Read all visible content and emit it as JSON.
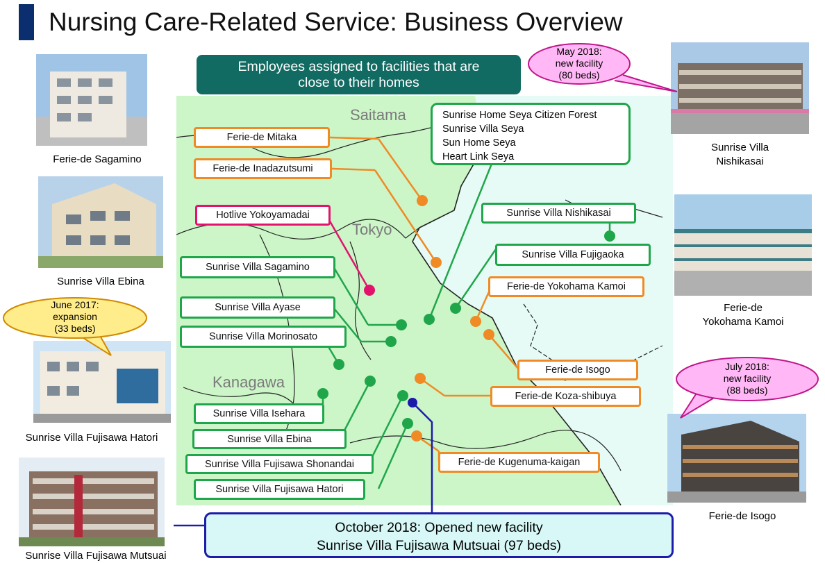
{
  "title": "Nursing Care-Related Service: Business Overview",
  "banner": {
    "line1": "Employees assigned to facilities that are",
    "line2": "close to their homes"
  },
  "regions": {
    "saitama": "Saitama",
    "tokyo": "Tokyo",
    "kanagawa": "Kanagawa"
  },
  "colors": {
    "green": "#1fa64a",
    "orange": "#f08a24",
    "pink": "#e3136d",
    "navy": "#1c1caa",
    "teal": "#116b62",
    "map_land": "#ccf5c8",
    "map_sea": "#e6fbf5"
  },
  "seya_group": [
    "Sunrise Home Seya Citizen Forest",
    "Sunrise Villa Seya",
    "Sun Home Seya",
    "Heart Link Seya"
  ],
  "labels": {
    "ferie_mitaka": "Ferie-de Mitaka",
    "ferie_inadazutsumi": "Ferie-de Inadazutsumi",
    "hotlive_yokoyamadai": "Hotlive Yokoyamadai",
    "villa_sagamino": "Sunrise Villa Sagamino",
    "villa_ayase": "Sunrise Villa Ayase",
    "villa_morinosato": "Sunrise Villa Morinosato",
    "villa_isehara": "Sunrise Villa Isehara",
    "villa_ebina": "Sunrise Villa Ebina",
    "villa_fujisawa_shonandai": "Sunrise Villa Fujisawa Shonandai",
    "villa_fujisawa_hatori": "Sunrise Villa Fujisawa Hatori",
    "villa_nishikasai": "Sunrise Villa Nishikasai",
    "villa_fujigaoka": "Sunrise Villa Fujigaoka",
    "ferie_yokohama_kamoi": "Ferie-de Yokohama Kamoi",
    "ferie_isogo": "Ferie-de Isogo",
    "ferie_koza_shibuya": "Ferie-de Koza-shibuya",
    "ferie_kugenuma_kaigan": "Ferie-de Kugenuma-kaigan"
  },
  "captions": {
    "sagamino": "Ferie-de Sagamino",
    "ebina": "Sunrise Villa Ebina",
    "hatori": "Sunrise Villa Fujisawa Hatori",
    "mutsuai": "Sunrise Villa Fujisawa Mutsuai",
    "nishikasai_1": "Sunrise Villa",
    "nishikasai_2": "Nishikasai",
    "kamoi_1": "Ferie-de",
    "kamoi_2": "Yokohama Kamoi",
    "isogo": "Ferie-de Isogo"
  },
  "bubbles": {
    "may2018": [
      "May 2018:",
      "new facility",
      "(80 beds)"
    ],
    "june2017": [
      "June 2017:",
      "expansion",
      "(33 beds)"
    ],
    "july2018": [
      "July 2018:",
      "new facility",
      "(88 beds)"
    ]
  },
  "october": {
    "line1": "October 2018: Opened new facility",
    "line2": "Sunrise Villa Fujisawa Mutsuai (97 beds)"
  }
}
